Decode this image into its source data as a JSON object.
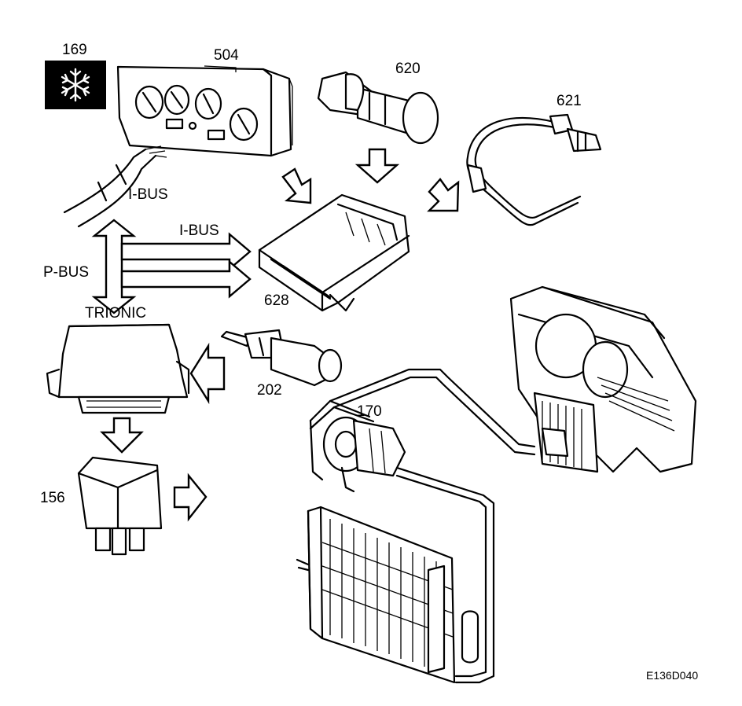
{
  "labels": {
    "symbol": "169",
    "control_panel": "504",
    "sensor_620": "620",
    "sensor_621": "621",
    "ecu": "628",
    "trionic": "TRIONIC",
    "temp_sensor": "202",
    "compressor": "170",
    "relay": "156",
    "ibus_cable": "I-BUS",
    "ibus_arrow": "I-BUS",
    "pbus": "P-BUS"
  },
  "figure_code": "E136D040",
  "icons": {
    "snowflake": "snowflake-icon"
  }
}
